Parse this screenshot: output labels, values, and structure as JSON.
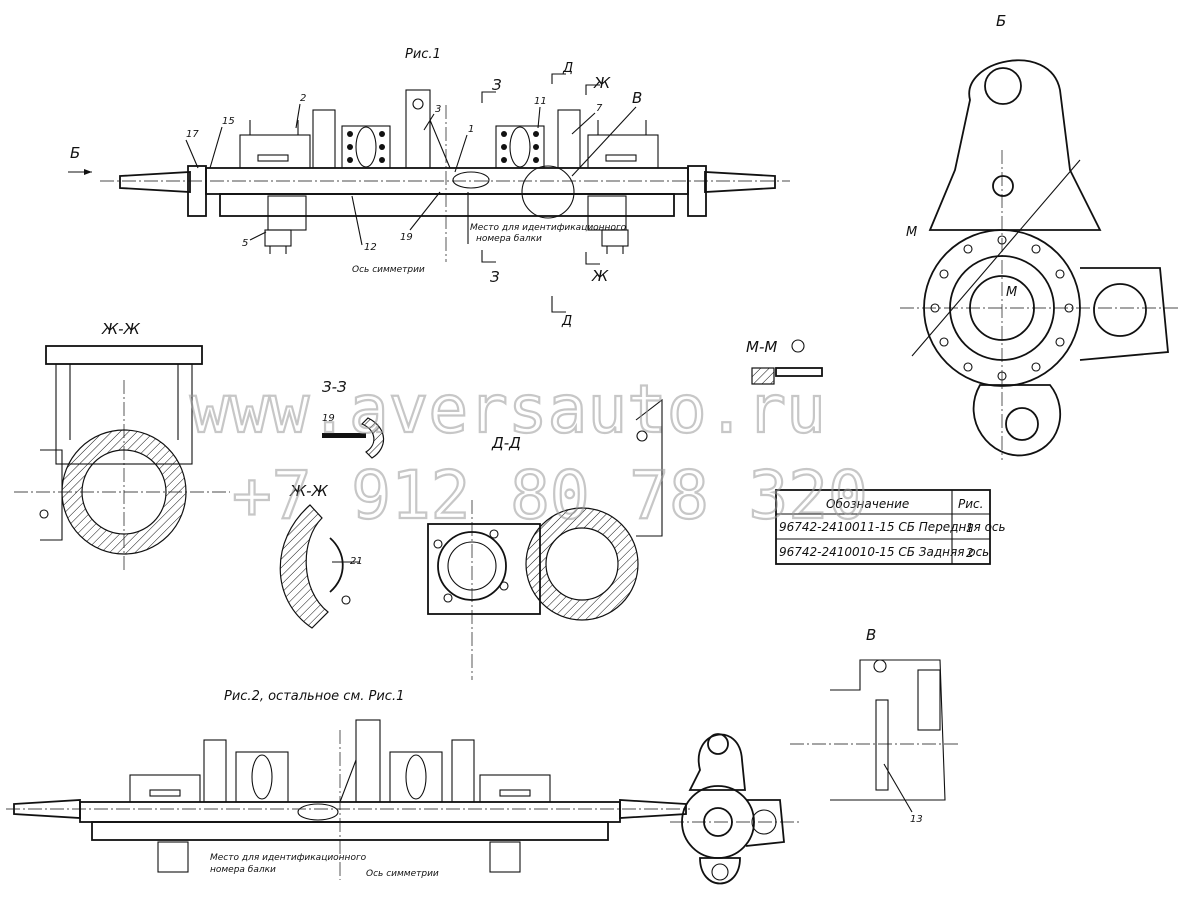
{
  "figure": {
    "fig1_title": "Рис.1",
    "fig2_title": "Рис.2,  остальное см. Рис.1",
    "view_b": "Б",
    "view_v": "В",
    "section_zh": "Ж-Ж",
    "section_zh2": "Ж-Ж",
    "section_z": "З-З",
    "section_d": "Д-Д",
    "section_m": "М-М",
    "cut_z": "З",
    "cut_d": "Д",
    "cut_zh": "Ж",
    "cut_m": "М",
    "id_place_line1": "Место для идентификационного",
    "id_place_line2": "номера балки",
    "symmetry_axis": "Ось симметрии"
  },
  "callouts": {
    "c1": "1",
    "c2": "2",
    "c3": "3",
    "c5": "5",
    "c7": "7",
    "c11": "11",
    "c12": "12",
    "c13": "13",
    "c15": "15",
    "c17": "17",
    "c19": "19",
    "c19b": "19",
    "c21": "21"
  },
  "table": {
    "headers": [
      "Обозначение",
      "Рис."
    ],
    "rows": [
      {
        "designation": "96742-2410011-15 СБ Передняя ось",
        "fig": "1"
      },
      {
        "designation": "96742-2410010-15 СБ Задняя ось",
        "fig": "2"
      }
    ]
  },
  "watermark": {
    "line1": "www.aversauto.ru",
    "line2": "+7 912 80 78 320"
  }
}
